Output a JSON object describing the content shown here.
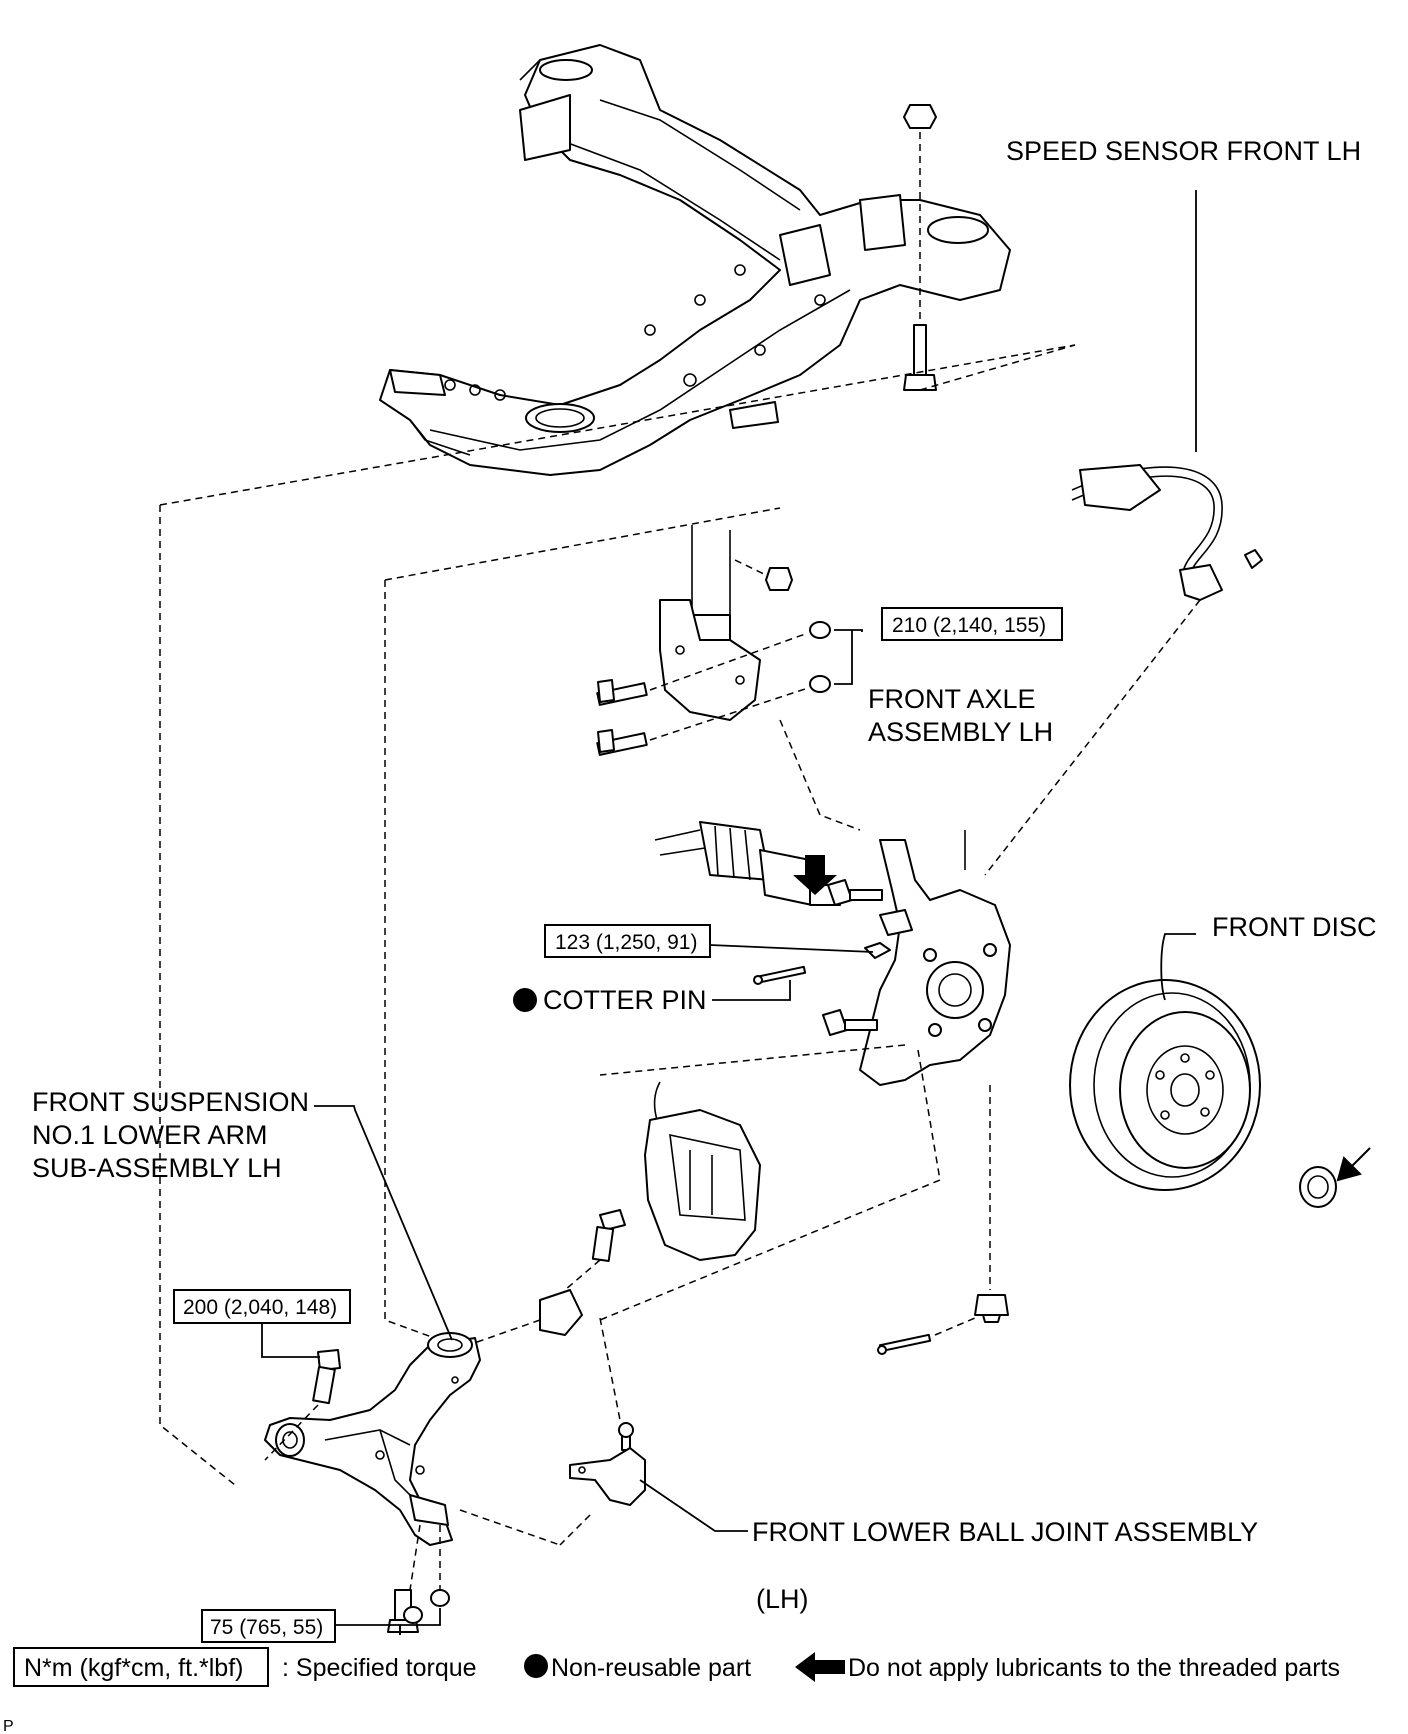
{
  "labels": {
    "speed_sensor": "SPEED SENSOR FRONT LH",
    "front_axle_line1": "FRONT AXLE",
    "front_axle_line2": "ASSEMBLY LH",
    "front_disc": "FRONT DISC",
    "cotter_pin": "COTTER PIN",
    "lower_arm_line1": "FRONT SUSPENSION",
    "lower_arm_line2": "NO.1 LOWER ARM",
    "lower_arm_line3": "SUB-ASSEMBLY LH",
    "ball_joint": "FRONT LOWER BALL JOINT ASSEMBLY",
    "lh_note": "(LH)",
    "figure_code": "P"
  },
  "torques": {
    "strut_bolts": "210 (2,140, 155)",
    "tie_rod_nut": "123 (1,250, 91)",
    "lower_arm_bolt": "200 (2,040, 148)",
    "lower_arm_rear": "75 (765, 55)"
  },
  "legend": {
    "torque_unit": "N*m (kgf*cm, ft.*lbf)",
    "torque_desc": ": Specified torque",
    "nonreusable_desc": "Non-reusable part",
    "no_lube_desc": "Do not apply lubricants to the threaded parts"
  },
  "icons": {
    "nonreusable": "filled-circle-icon",
    "no_lube": "black-arrow-icon"
  }
}
